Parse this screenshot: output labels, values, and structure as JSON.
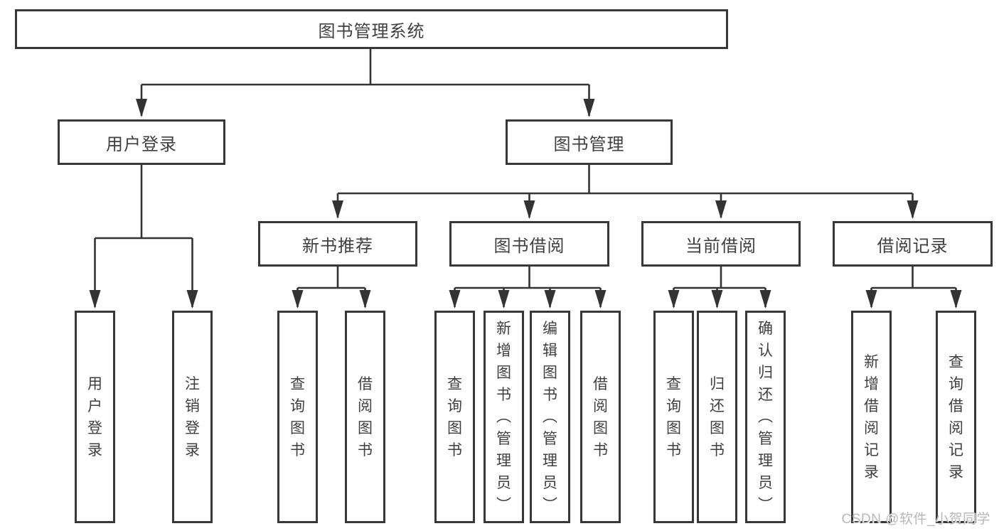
{
  "diagram": {
    "root": {
      "label": "图书管理系统"
    },
    "level2": [
      {
        "label": "用户登录"
      },
      {
        "label": "图书管理"
      }
    ],
    "level3": [
      {
        "label": "新书推荐",
        "parent": "图书管理"
      },
      {
        "label": "图书借阅",
        "parent": "图书管理"
      },
      {
        "label": "当前借阅",
        "parent": "图书管理"
      },
      {
        "label": "借阅记录",
        "parent": "图书管理"
      }
    ],
    "level4": [
      {
        "label": "用户登录",
        "parent": "用户登录"
      },
      {
        "label": "注销登录",
        "parent": "用户登录"
      },
      {
        "label": "查询图书",
        "parent": "新书推荐"
      },
      {
        "label": "借阅图书",
        "parent": "新书推荐"
      },
      {
        "label": "查询图书",
        "parent": "图书借阅"
      },
      {
        "label": "新增图书（管理员）",
        "parent": "图书借阅"
      },
      {
        "label": "编辑图书（管理员）",
        "parent": "图书借阅"
      },
      {
        "label": "借阅图书",
        "parent": "图书借阅"
      },
      {
        "label": "查询图书",
        "parent": "当前借阅"
      },
      {
        "label": "归还图书",
        "parent": "当前借阅"
      },
      {
        "label": "确认归还（管理员）",
        "parent": "当前借阅"
      },
      {
        "label": "新增借阅记录",
        "parent": "借阅记录"
      },
      {
        "label": "查询借阅记录",
        "parent": "借阅记录"
      }
    ],
    "watermark": "CSDN @软件_小贺同学",
    "colors": {
      "line": "#333333",
      "border": "#383838",
      "text": "#3f3f3f",
      "box_background": "#ffffff",
      "watermark": "#b9b9b9"
    }
  }
}
